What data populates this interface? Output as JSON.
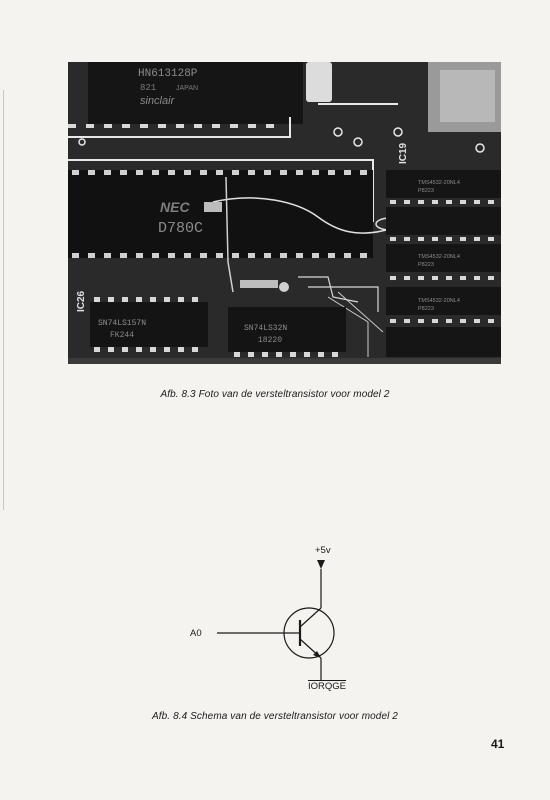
{
  "photo": {
    "chip_labels": {
      "rom_line1": "HN613128P",
      "rom_line2": "821",
      "rom_line3": "JAPAN",
      "rom_brand": "sinclair",
      "cpu_line1": "NEC",
      "cpu_line2": "D780C",
      "ic19": "IC19",
      "ic26": "IC26",
      "ls157_line1": "SN74LS157N",
      "ls157_line2": "FK244",
      "ls32_line1": "SN74LS32N",
      "ls32_line2": "18220",
      "ram_label_a": "TMS4532-20NL4",
      "ram_label_b": "P8223"
    }
  },
  "captions": {
    "photo": "Afb. 8.3 Foto van de versteltransistor voor model 2",
    "schema": "Afb. 8.4 Schema van de versteltransistor voor model 2"
  },
  "schematic": {
    "vcc": "+5v",
    "input": "A0",
    "output": "IORQGE"
  },
  "page_number": "41"
}
